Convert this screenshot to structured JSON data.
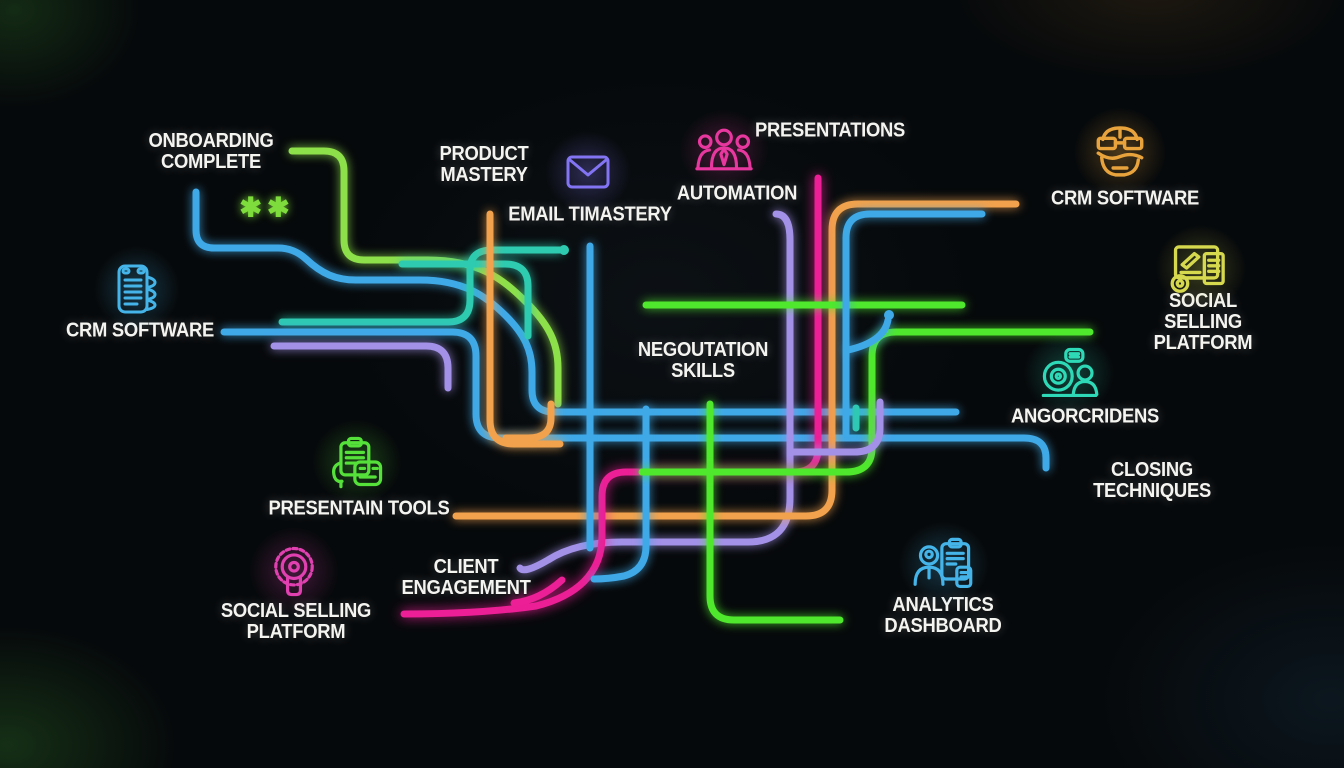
{
  "diagram": {
    "title": "neon sales-skills subway map",
    "background_color": "#06090b",
    "decorations": {
      "asterisks": "✱✱"
    },
    "nodes": {
      "onboarding_complete": {
        "label": "ONBOARDING\nCOMPLETE"
      },
      "product_mastery": {
        "label": "PRODUCT\nMASTERY"
      },
      "email_mastery": {
        "label": "EMAIL TIMASTERY",
        "icon": "envelope-icon",
        "icon_color": "#8274f2"
      },
      "presentations": {
        "label": "PRESENTATIONS",
        "icon": "team-icon",
        "icon_color": "#e8389f"
      },
      "automation": {
        "label": "AUTOMATION"
      },
      "crm_software_right": {
        "label": "CRM SOFTWARE",
        "icon": "robot-head-icon",
        "icon_color": "#e8a33d"
      },
      "social_selling_right": {
        "label": "SOCIAL SELLING\nPLATFORM",
        "icon": "screen-pencil-icon",
        "icon_color": "#d6d84e"
      },
      "crm_software_left": {
        "label": "CRM SOFTWARE",
        "icon": "notebook-icon",
        "icon_color": "#45b4e8"
      },
      "negotiation_skills": {
        "label": "NEGOUTATION\nSKILLS"
      },
      "angorcridens": {
        "label": "ANGORCRIDENS",
        "icon": "webcam-team-icon",
        "icon_color": "#2ed9b8"
      },
      "closing_techniques": {
        "label": "CLOSING TECHNIQUES"
      },
      "presentation_tools": {
        "label": "PRESENTAIN TOOLS",
        "icon": "clipboard-chat-icon",
        "icon_color": "#55e03a"
      },
      "client_engagement": {
        "label": "CLIENT\nENGAGEMENT"
      },
      "social_selling_left": {
        "label": "SOCIAL SELLING\nPLATFORM",
        "icon": "gear-lens-icon",
        "icon_color": "#e040b0"
      },
      "analytics_dashboard": {
        "label": "ANALYTICS\nDASHBOARD",
        "icon": "person-clipboard-icon",
        "icon_color": "#45b4e8"
      }
    },
    "line_colors": {
      "light_green": "#8ee04a",
      "green": "#4fe82c",
      "blue": "#3fa9e8",
      "teal": "#2ecbb0",
      "orange": "#f2a24c",
      "pink": "#ec1f96",
      "lavender": "#a391e8"
    },
    "connections": [
      {
        "id": "onboarding-link",
        "color": "#8ee04a",
        "arrowheads": [
          "left-at-onboarding-complete"
        ]
      },
      {
        "id": "onboarding-to-angorcridens",
        "color": "#3fa9e8",
        "arrowheads": [
          "up-at-onboarding-complete",
          "right-at-angorcridens"
        ]
      },
      {
        "id": "crm-left-teal",
        "color": "#2ecbb0",
        "arrowheads": [
          "left-at-crm-software-left"
        ]
      },
      {
        "id": "teal-mid-spur",
        "color": "#2ecbb0",
        "arrowheads": [
          "left-mid-canvas"
        ]
      },
      {
        "id": "crm-left-to-closing",
        "color": "#3fa9e8",
        "arrowheads": [
          "left-at-crm-software-left",
          "down-at-closing-techniques"
        ]
      },
      {
        "id": "crm-left-purple",
        "color": "#a391e8",
        "arrowheads": [
          "left-at-crm-software-left",
          "down-mid-canvas"
        ]
      },
      {
        "id": "automation-link",
        "color": "#a391e8",
        "arrowheads": [
          "left-at-automation"
        ]
      },
      {
        "id": "presentations-to-social-left",
        "color": "#ec1f96",
        "arrowheads": [
          "up-at-presentations",
          "left-at-social-selling-left"
        ]
      },
      {
        "id": "client-engagement-curl",
        "color": "#ec1f96",
        "arrowheads": [
          "left-at-client-engagement"
        ]
      },
      {
        "id": "presentation-tools-to-crm-right",
        "color": "#f2a24c",
        "arrowheads": [
          "left-at-presentation-tools",
          "right-at-crm-software-right"
        ]
      },
      {
        "id": "product-mastery-stem",
        "color": "#f2a24c",
        "arrowheads": [
          "up-at-product-mastery"
        ]
      },
      {
        "id": "orange-branch",
        "color": "#f2a24c",
        "arrowheads": [
          "up-mid-canvas"
        ]
      },
      {
        "id": "email-mastery-stem",
        "color": "#3fa9e8",
        "arrowheads": [
          "up-at-email-mastery",
          "down-at-client-engagement"
        ]
      },
      {
        "id": "negotiation-blue-stem",
        "color": "#3fa9e8",
        "arrowheads": [
          "up-at-negotiation-skills"
        ]
      },
      {
        "id": "double-headed-green",
        "color": "#4fe82c",
        "arrowheads": [
          "left-mid-canvas",
          "right-mid-canvas"
        ]
      },
      {
        "id": "negotiation-to-analytics",
        "color": "#4fe82c",
        "arrowheads": [
          "up-at-negotiation-skills",
          "right-at-analytics-dashboard"
        ]
      },
      {
        "id": "to-social-selling-right",
        "color": "#4fe82c",
        "arrowheads": [
          "right-at-social-selling-right"
        ]
      },
      {
        "id": "teal-drop",
        "color": "#2ecbb0",
        "arrowheads": [
          "down-mid-canvas"
        ]
      },
      {
        "id": "blue-dot-spur",
        "color": "#3fa9e8",
        "arrowheads": []
      },
      {
        "id": "to-crm-right-blue",
        "color": "#3fa9e8",
        "arrowheads": [
          "right-at-crm-software-right"
        ]
      },
      {
        "id": "lavender-up-spur",
        "color": "#a391e8",
        "arrowheads": [
          "up-mid-canvas"
        ]
      }
    ]
  }
}
